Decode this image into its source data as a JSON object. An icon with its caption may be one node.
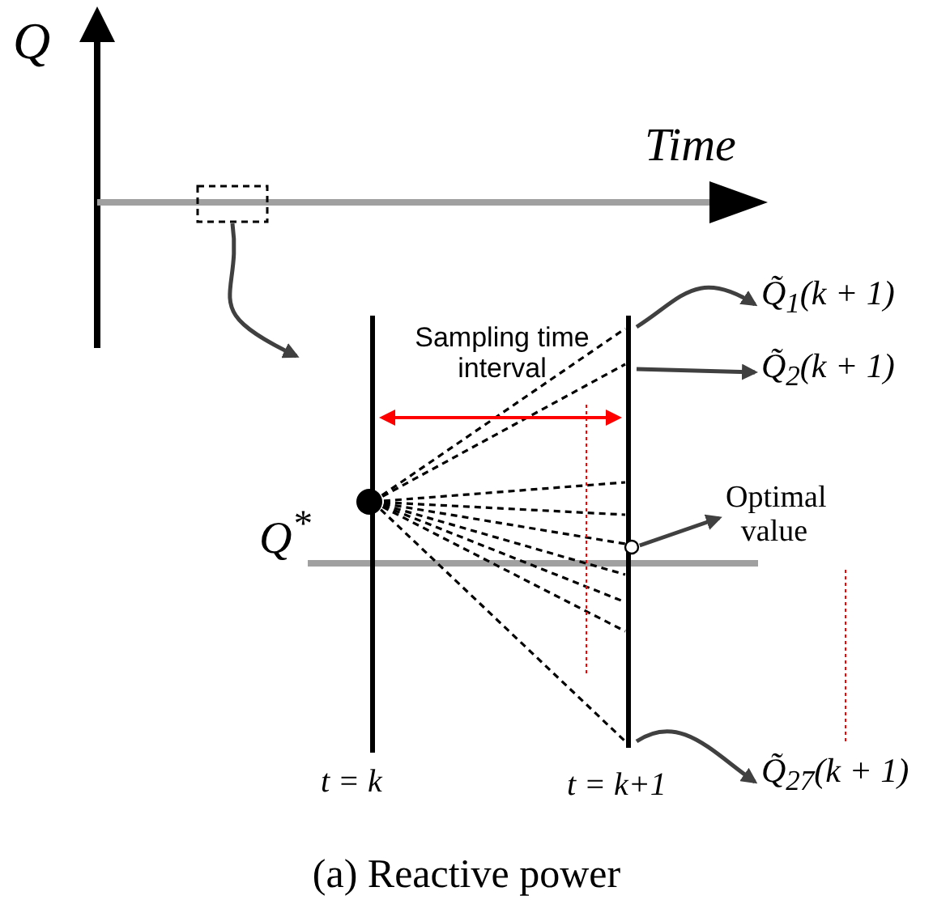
{
  "diagram": {
    "caption": "(a) Reactive power",
    "nodes": [
      {
        "text": [],
        "shape": "box"
      },
      {
        "text": [
          "Q̃$_{1}$(k + 1)"
        ]
      },
      {
        "text": [
          "Q̃$_{2}$(k + 1)"
        ]
      },
      {
        "text": [],
        "shape": "circle"
      },
      {
        "text": [
          "Optimal value"
        ]
      },
      {
        "text": [
          "Q̃$_{27}$(k + 1)"
        ]
      }
    ],
    "edges": [
      {
        "from": 0,
        "to": null,
        "arrow": "to"
      },
      {
        "from": null,
        "to": 1,
        "arrow": "to"
      },
      {
        "from": null,
        "to": 2,
        "arrow": "to"
      },
      {
        "from": 3,
        "to": 4,
        "arrow": "to"
      },
      {
        "from": null,
        "to": 5,
        "arrow": "to"
      }
    ],
    "labels": [
      "Q",
      "Time",
      "Sampling time interval",
      "Q$^{*}$",
      "t = k",
      "t = k+1"
    ]
  }
}
